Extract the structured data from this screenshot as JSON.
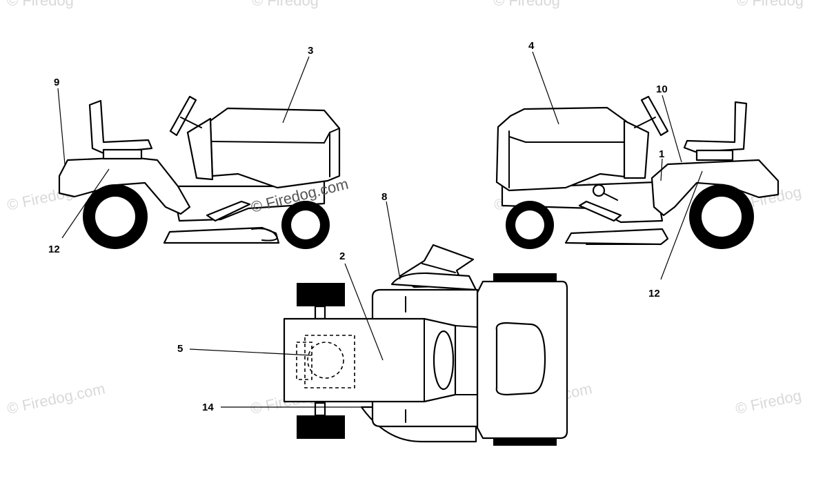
{
  "callouts": {
    "c1": "1",
    "c2": "2",
    "c3": "3",
    "c4": "4",
    "c5": "5",
    "c8": "8",
    "c9": "9",
    "c10": "10",
    "c12a": "12",
    "c12b": "12",
    "c14": "14"
  },
  "watermark": {
    "text": "© Firedog.com",
    "short": "© Firedog"
  }
}
